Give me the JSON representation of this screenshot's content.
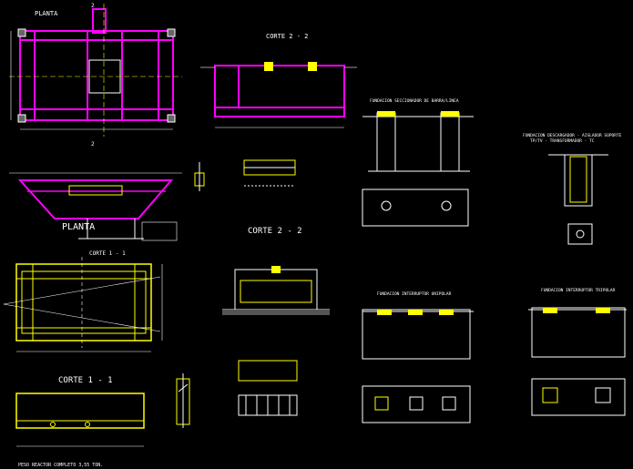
{
  "labels": {
    "planta_top": "PLANTA",
    "planta_mid": "PLANTA",
    "corte_22_a": "CORTE 2 - 2",
    "corte_22_b": "CORTE 2 - 2",
    "corte_11_a": "CORTE 1 - 1",
    "corte_11_b": "CORTE 1 - 1",
    "fund_seccionador": "FUNDACION SECCIONADOR DE BARRA/LINEA",
    "fund_descargador": "FUNDACION DESCARGADOR - AISLADOR SOPORTE",
    "fund_descargador_sub": "TP/TV - TRANSFORMADOR - TC",
    "fund_interruptor_uni": "FUNDACION INTERRUPTOR UNIPOLAR",
    "fund_interruptor_tri": "FUNDACION INTERRUPTOR TRIPOLAR",
    "peso_reactor": "PESO REACTOR COMPLETO 3,55 TON."
  },
  "colors": {
    "background": "#000000",
    "lines": "#ffffff",
    "magenta": "#ff00ff",
    "yellow": "#ffff00",
    "green": "#00ff00",
    "gray": "#9a9a9a"
  }
}
